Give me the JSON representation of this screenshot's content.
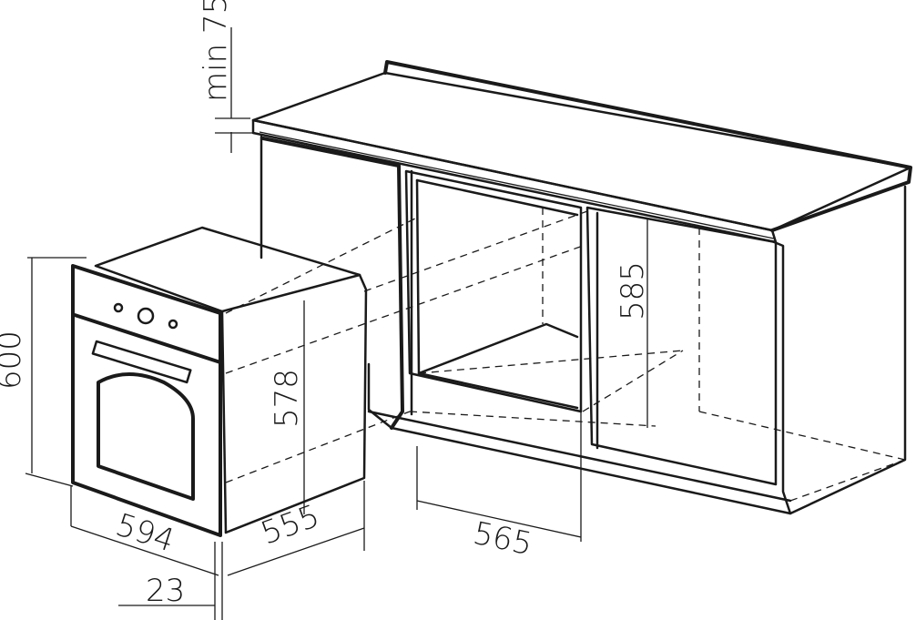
{
  "dimensions": {
    "min_gap": "min 75",
    "oven_height": "600",
    "oven_inner_height": "578",
    "niche_height": "585",
    "oven_width": "594",
    "oven_depth": "555",
    "niche_width": "565",
    "front_thickness": "23"
  },
  "colors": {
    "line": "#1a1a1a",
    "background": "#ffffff"
  }
}
